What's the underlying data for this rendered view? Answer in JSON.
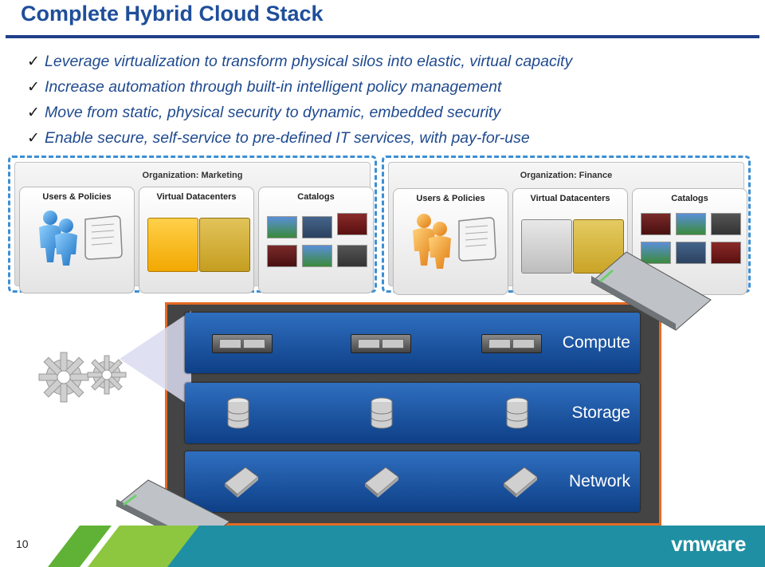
{
  "title": "Complete Hybrid Cloud Stack",
  "bullets": [
    "Leverage virtualization to transform physical silos into elastic, virtual capacity",
    "Increase automation through built-in intelligent policy management",
    "Move from static, physical security to dynamic, embedded security",
    "Enable secure, self-service to pre-defined IT services, with pay-for-use"
  ],
  "check_glyph": "✓",
  "orgs": [
    {
      "title": "Organization: Marketing",
      "panels": [
        "Users & Policies",
        "Virtual Datacenters",
        "Catalogs"
      ]
    },
    {
      "title": "Organization: Finance",
      "panels": [
        "Users & Policies",
        "Virtual Datacenters",
        "Catalogs"
      ]
    }
  ],
  "layers": [
    "Compute",
    "Storage",
    "Network"
  ],
  "page_number": "10",
  "logo": "vmware",
  "colors": {
    "title": "#1f4e9b",
    "accent_orange": "#e56a23",
    "layer_blue": "#1e5aa8",
    "footer_teal": "#1f8fa3",
    "footer_green": "#8dc63f",
    "org_border": "#3c8fd4"
  },
  "icons": {
    "check": "check-icon",
    "users": "users-icon",
    "policy": "scroll-icon",
    "server": "server-icon",
    "storage": "database-icon",
    "network": "switch-icon",
    "gears": "gear-icon"
  }
}
